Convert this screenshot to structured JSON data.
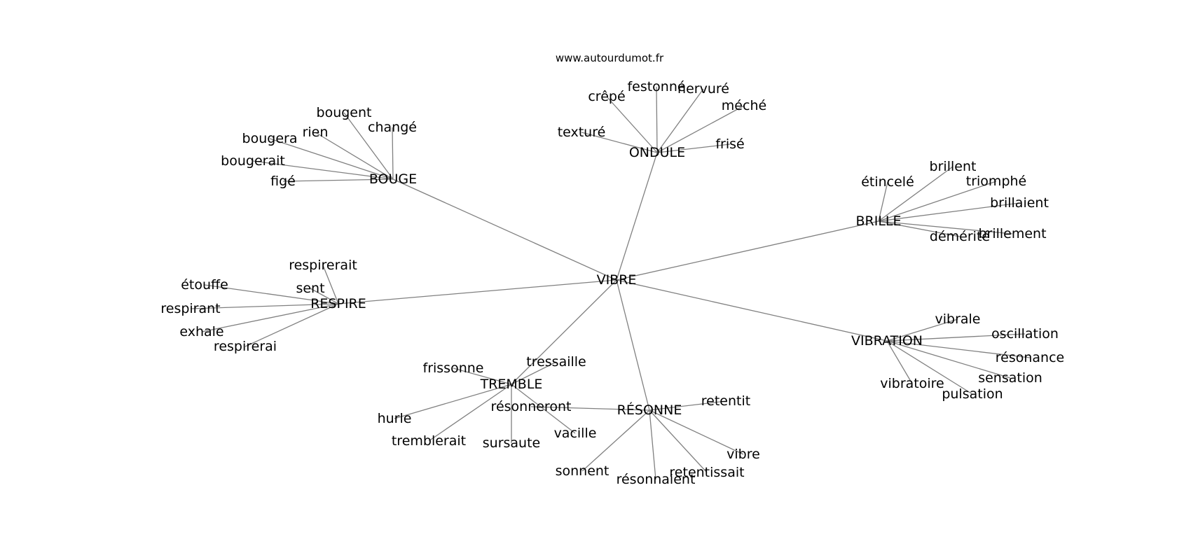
{
  "site": "www.autourdumot.fr",
  "root": "VIBRE",
  "groups": [
    {
      "hub": "ONDULE",
      "words": [
        "crêpé",
        "festonné",
        "nervuré",
        "méché",
        "texturé",
        "frisé"
      ]
    },
    {
      "hub": "BOUGE",
      "words": [
        "bougent",
        "changé",
        "rien",
        "bougera",
        "bougerait",
        "figé"
      ]
    },
    {
      "hub": "BRILLE",
      "words": [
        "étincelé",
        "brillent",
        "triomphé",
        "brillaient",
        "démérité",
        "brillement"
      ]
    },
    {
      "hub": "RESPIRE",
      "words": [
        "respirerait",
        "sent",
        "étouffe",
        "respirant",
        "exhale",
        "respirerai"
      ]
    },
    {
      "hub": "VIBRATION",
      "words": [
        "vibrale",
        "oscillation",
        "résonance",
        "sensation",
        "pulsation",
        "vibratoire"
      ]
    },
    {
      "hub": "TREMBLE",
      "words": [
        "frissonne",
        "tressaille",
        "hurle",
        "tremblerait",
        "sursaute",
        "vacille"
      ]
    },
    {
      "hub": "RÉSONNE",
      "words": [
        "retentit",
        "résonneront",
        "vibre",
        "sonnent",
        "résonnaient",
        "retentissait"
      ]
    }
  ]
}
